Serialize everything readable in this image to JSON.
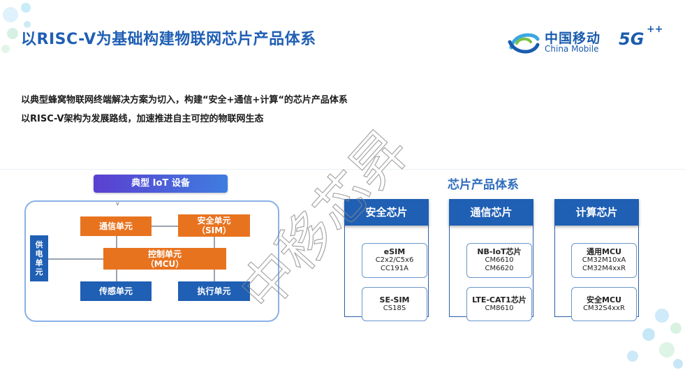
{
  "title": "以RISC-V为基础构建物联网芯片产品体系",
  "logo": {
    "cn": "中国移动",
    "en": "China Mobile",
    "network": "5G",
    "plus": "++"
  },
  "intro": [
    "以典型蜂窝物联网终端解决方案为切入，构建“安全+通信+计算“的芯片产品体系",
    "以RISC-V架构为发展路线，加速推进自主可控的物联网生态"
  ],
  "device": {
    "title": "典型 IoT 设备",
    "arrow": "v",
    "comm": "通信单元",
    "sec": [
      "安全单元",
      "（SIM）"
    ],
    "mcu": [
      "控制单元",
      "（MCU）"
    ],
    "sense": "传感单元",
    "exec": "执行单元",
    "power": [
      "供",
      "电",
      "单",
      "元"
    ]
  },
  "chips": {
    "title": "芯片产品体系",
    "columns": [
      {
        "head": "安全芯片",
        "cards": [
          {
            "title": "eSIM",
            "lines": [
              "C2x2/C5x6",
              "CC191A"
            ]
          },
          {
            "title": "SE-SIM",
            "lines": [
              "CS18S"
            ]
          }
        ]
      },
      {
        "head": "通信芯片",
        "cards": [
          {
            "title": "NB-IoT芯片",
            "lines": [
              "CM6610",
              "CM6620"
            ]
          },
          {
            "title": "LTE-CAT1芯片",
            "lines": [
              "CM8610"
            ]
          }
        ]
      },
      {
        "head": "计算芯片",
        "cards": [
          {
            "title": "通用MCU",
            "lines": [
              "CM32M10xA",
              "CM32M4xxR"
            ]
          },
          {
            "title": "安全MCU",
            "lines": [
              "CM32S4xxR"
            ]
          }
        ]
      }
    ]
  },
  "watermark": "中移芯昇",
  "colors": {
    "title": "#1f5fb4",
    "orange": "#e8731f",
    "blue": "#1f5fb4"
  }
}
